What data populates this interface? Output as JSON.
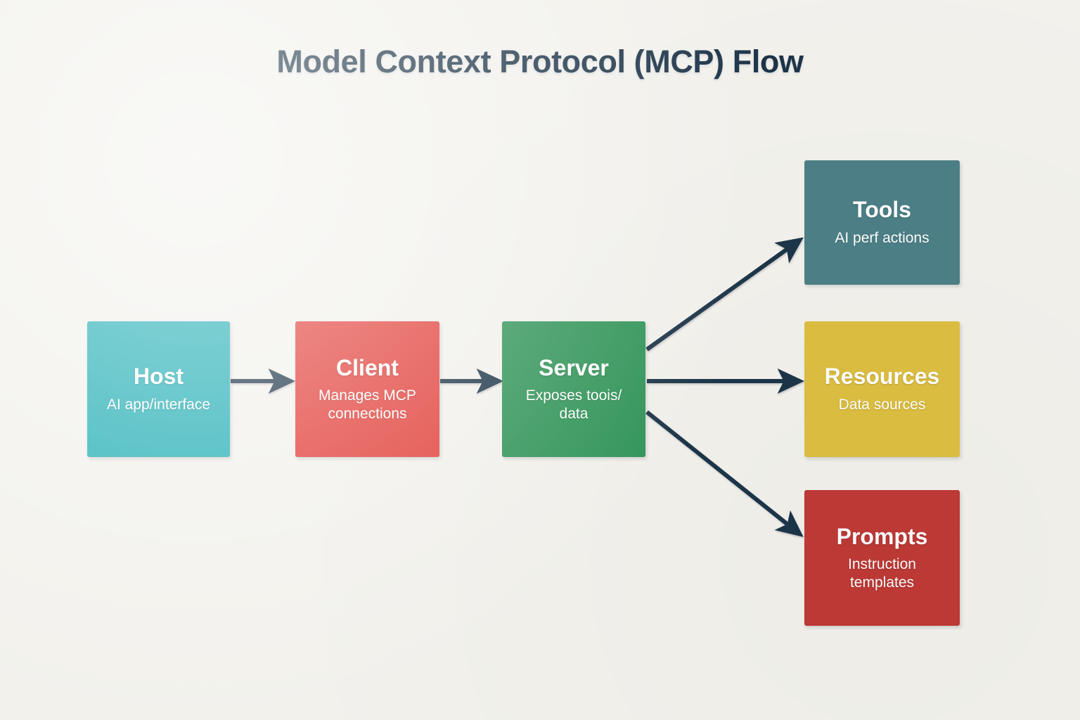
{
  "title": "Model Context Protocol (MCP) Flow",
  "background_color": "#f2f1ec",
  "edge_color": "#1d3448",
  "title_color": "#1d3448",
  "nodes": [
    {
      "id": "host",
      "title": "Host",
      "subtitle": "AI app/interface",
      "color": "#27b0b6",
      "text_color": "#ffffff"
    },
    {
      "id": "client",
      "title": "Client",
      "subtitle": "Manages MCP\nconnections",
      "color": "#e2403a",
      "text_color": "#ffffff"
    },
    {
      "id": "server",
      "title": "Server",
      "subtitle": "Exposes toois/\ndata",
      "color": "#2f9457",
      "text_color": "#ffffff"
    },
    {
      "id": "tools",
      "title": "Tools",
      "subtitle": "AI perf actions",
      "color": "#4d8086",
      "text_color": "#ffffff"
    },
    {
      "id": "resources",
      "title": "Resources",
      "subtitle": "Data sources",
      "color": "#ddbf41",
      "text_color": "#ffffff"
    },
    {
      "id": "prompts",
      "title": "Prompts",
      "subtitle": "Instruction\ntemplates",
      "color": "#bf3a36",
      "text_color": "#ffffff"
    }
  ],
  "edges": [
    {
      "id": "host-to-client",
      "from": "host",
      "to": "client",
      "label": ""
    },
    {
      "id": "client-to-server",
      "from": "client",
      "to": "server",
      "label": ""
    },
    {
      "id": "server-to-tools",
      "from": "server",
      "to": "tools",
      "label": ""
    },
    {
      "id": "server-to-resources",
      "from": "server",
      "to": "resources",
      "label": ""
    },
    {
      "id": "server-to-prompts",
      "from": "server",
      "to": "prompts",
      "label": ""
    }
  ]
}
